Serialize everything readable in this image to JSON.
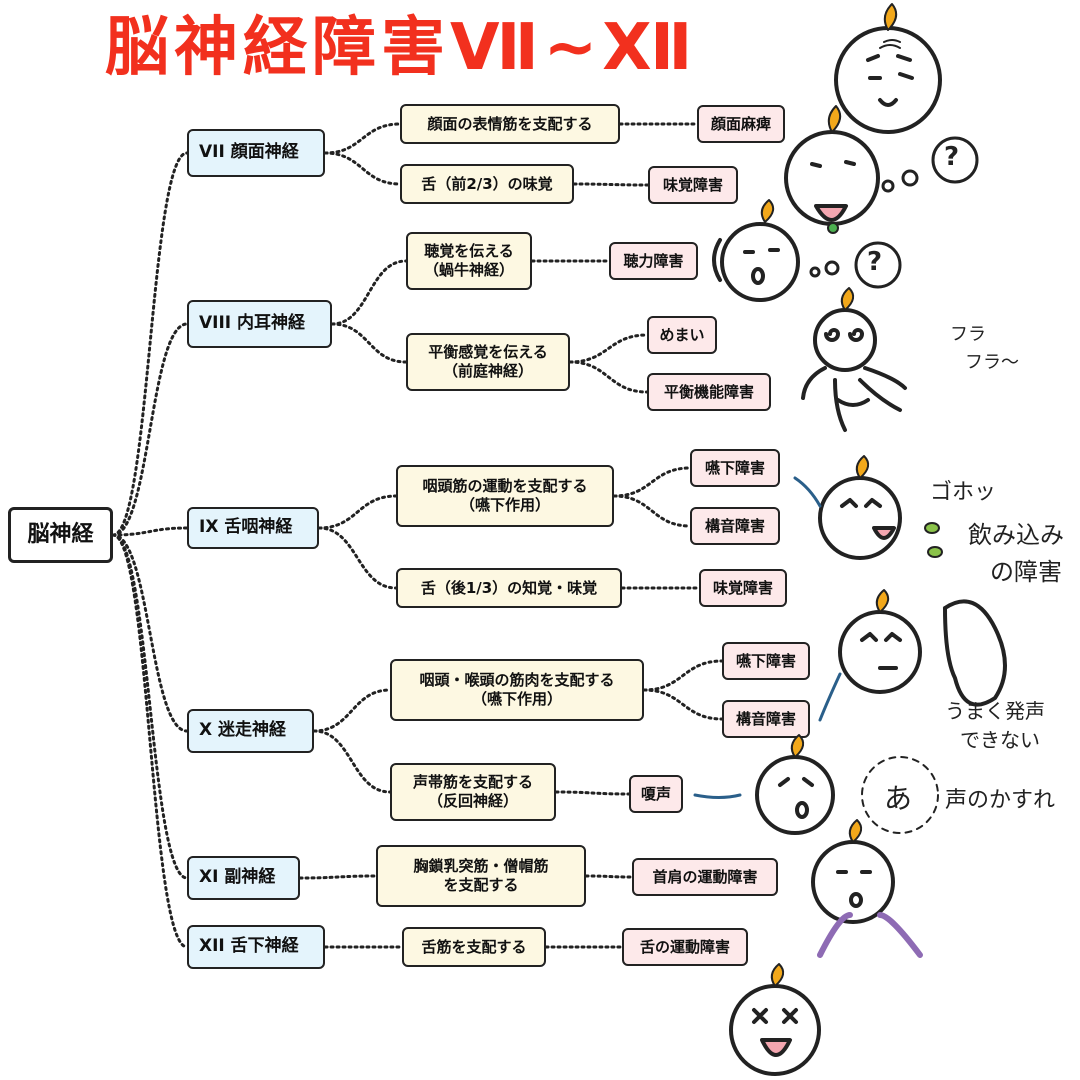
{
  "title": "脳神経障害Ⅶ~Ⅻ",
  "root": "脳神経",
  "nerves": [
    {
      "label": "VII  顔面神経",
      "branches": [
        {
          "function": [
            "顔面の表情筋を支配する"
          ],
          "symptoms": [
            "顔面麻痺"
          ]
        },
        {
          "function": [
            "舌（前2/3）の味覚"
          ],
          "symptoms": [
            "味覚障害"
          ]
        }
      ]
    },
    {
      "label": "VIII  内耳神経",
      "branches": [
        {
          "function": [
            "聴覚を伝える",
            "（蝸牛神経）"
          ],
          "symptoms": [
            "聴力障害"
          ]
        },
        {
          "function": [
            "平衡感覚を伝える",
            "（前庭神経）"
          ],
          "symptoms": [
            "めまい",
            "平衡機能障害"
          ]
        }
      ]
    },
    {
      "label": "IX  舌咽神経",
      "branches": [
        {
          "function": [
            "咽頭筋の運動を支配する",
            "（嚥下作用）"
          ],
          "symptoms": [
            "嚥下障害",
            "構音障害"
          ]
        },
        {
          "function": [
            "舌（後1/3）の知覚・味覚"
          ],
          "symptoms": [
            "味覚障害"
          ]
        }
      ]
    },
    {
      "label": "X  迷走神経",
      "branches": [
        {
          "function": [
            "咽頭・喉頭の筋肉を支配する",
            "（嚥下作用）"
          ],
          "symptoms": [
            "嚥下障害",
            "構音障害"
          ]
        },
        {
          "function": [
            "声帯筋を支配する",
            "（反回神経）"
          ],
          "symptoms": [
            "嗄声"
          ]
        }
      ]
    },
    {
      "label": "XI  副神経",
      "branches": [
        {
          "function": [
            "胸鎖乳突筋・僧帽筋",
            "を支配する"
          ],
          "symptoms": [
            "首肩の運動障害"
          ]
        }
      ]
    },
    {
      "label": "XII  舌下神経",
      "branches": [
        {
          "function": [
            "舌筋を支配する"
          ],
          "symptoms": [
            "舌の運動障害"
          ]
        }
      ]
    }
  ],
  "doodles": {
    "dizzy_text": [
      "フラ",
      "フラ〜"
    ],
    "cough_text": "ゴホッ",
    "swallow_text": [
      "飲み込み",
      "の障害"
    ],
    "speech_text": [
      "うまく発声",
      "できない"
    ],
    "voice_text": "声のかすれ",
    "voice_bubble": "あ",
    "question_mark": "?"
  },
  "colors": {
    "title": "#f2301e",
    "nerve_fill": "#e4f4fc",
    "function_fill": "#fdf8e2",
    "symptom_fill": "#fde9ea",
    "arrow": "#2a5f8a",
    "flame": "#f2a81b"
  }
}
